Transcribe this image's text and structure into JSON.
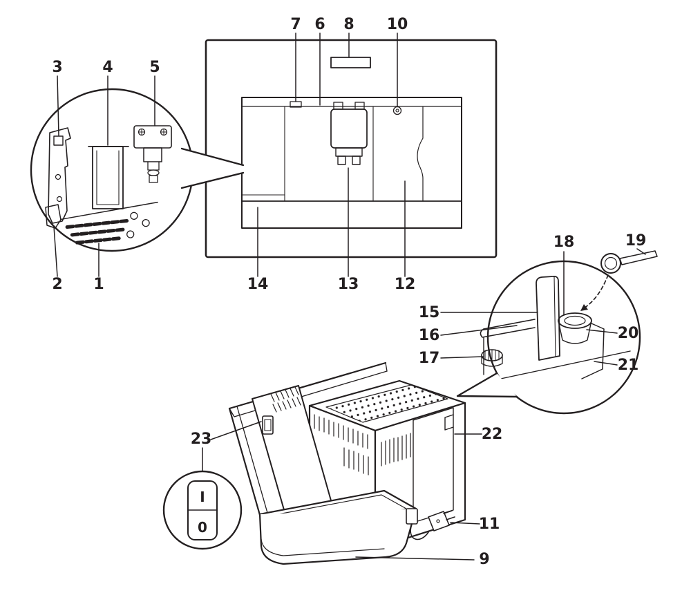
{
  "figure": {
    "description": "Built-in coffee machine numbered parts diagram"
  },
  "callouts": [
    "1",
    "2",
    "3",
    "4",
    "5",
    "6",
    "7",
    "8",
    "9",
    "10",
    "11",
    "12",
    "13",
    "14",
    "15",
    "16",
    "17",
    "18",
    "19",
    "20",
    "21",
    "22",
    "23"
  ],
  "power_switch": {
    "on_label": "I",
    "off_label": "0"
  },
  "colors": {
    "line": "#231f20",
    "background": "#ffffff"
  }
}
